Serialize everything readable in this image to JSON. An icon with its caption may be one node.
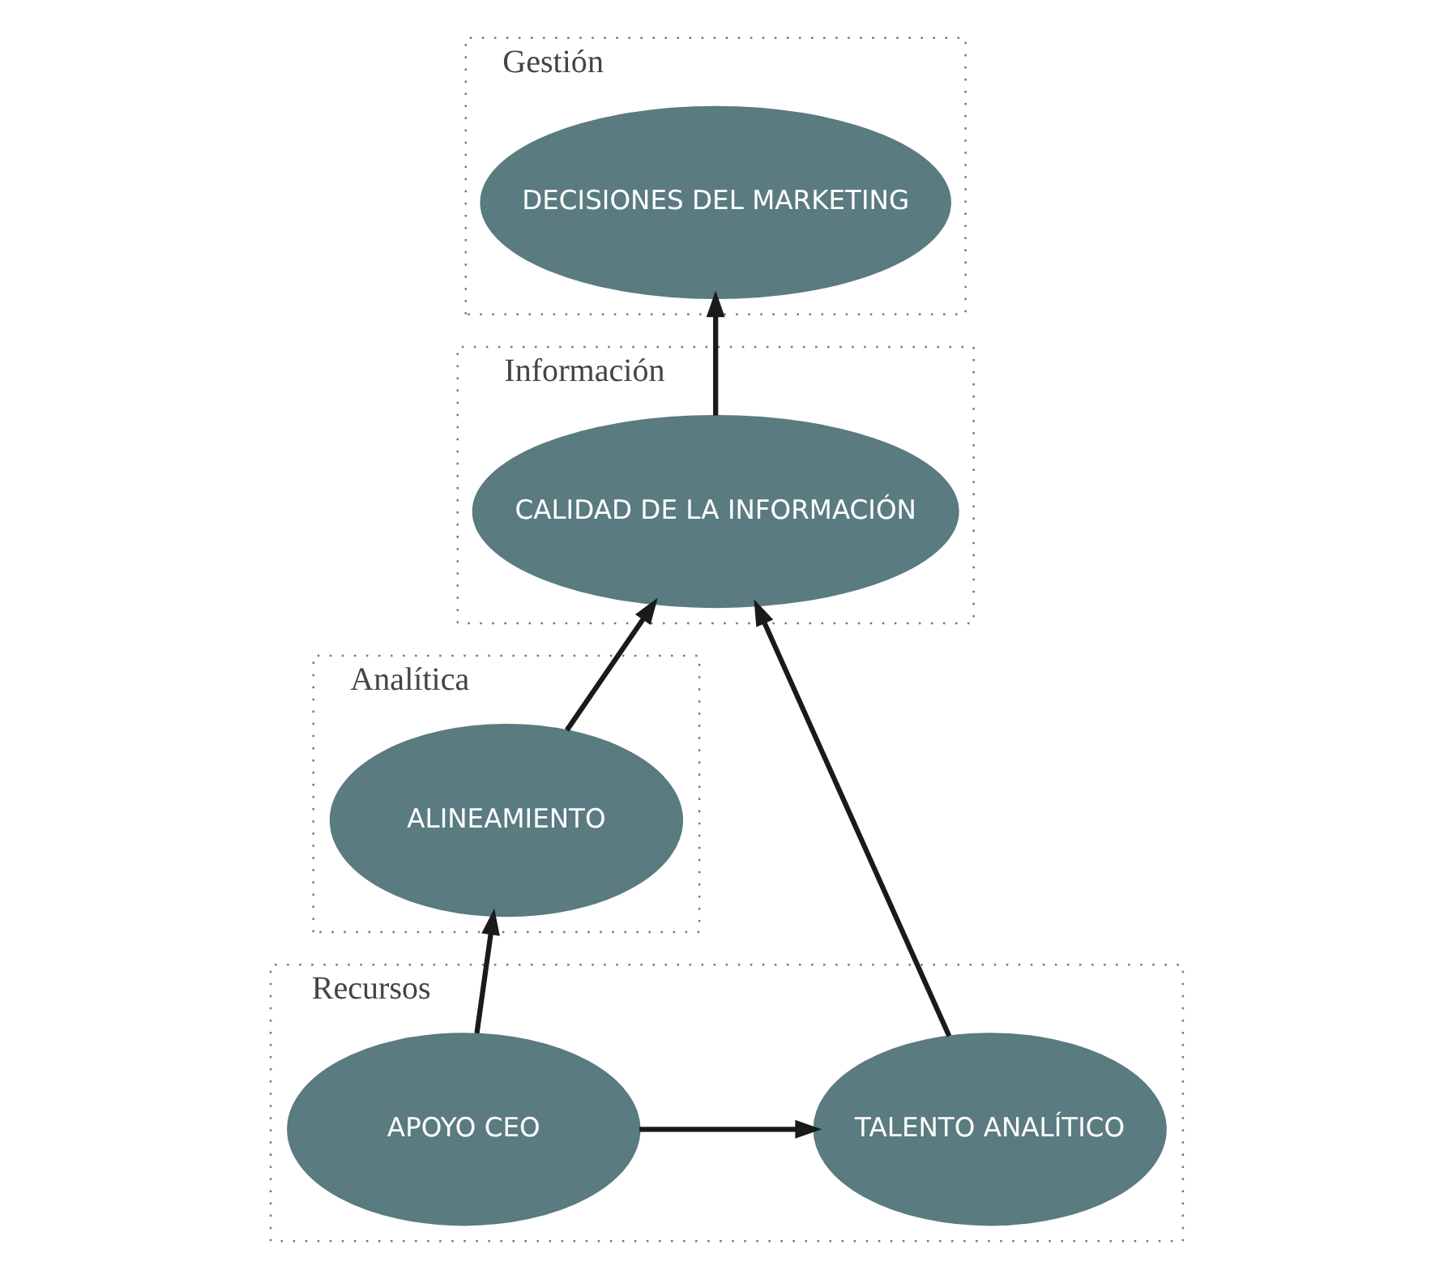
{
  "diagram": {
    "nodes": [
      {
        "text": [
          "Gestión"
        ]
      },
      {
        "text": [
          "DECISIONES DEL MARKETING"
        ],
        "in": 0
      },
      {
        "text": [
          "Información"
        ]
      },
      {
        "text": [
          "CALIDAD DE LA INFORMACIÓN"
        ],
        "in": 2
      },
      {
        "text": [
          "Analítica"
        ]
      },
      {
        "text": [
          "ALINEAMIENTO"
        ],
        "in": 4
      },
      {
        "text": [
          "Recursos"
        ]
      },
      {
        "text": [
          "APOYO CEO"
        ],
        "in": 6
      },
      {
        "text": [
          "TALENTO ANALÍTICO"
        ],
        "in": 6
      }
    ],
    "edges": [
      {
        "from": 3,
        "to": 1,
        "arrow": "to"
      },
      {
        "from": 5,
        "to": 3,
        "arrow": "to"
      },
      {
        "from": 7,
        "to": 5,
        "arrow": "to"
      },
      {
        "from": 7,
        "to": 8,
        "arrow": "to"
      },
      {
        "from": 8,
        "to": 3,
        "arrow": "to"
      }
    ]
  }
}
